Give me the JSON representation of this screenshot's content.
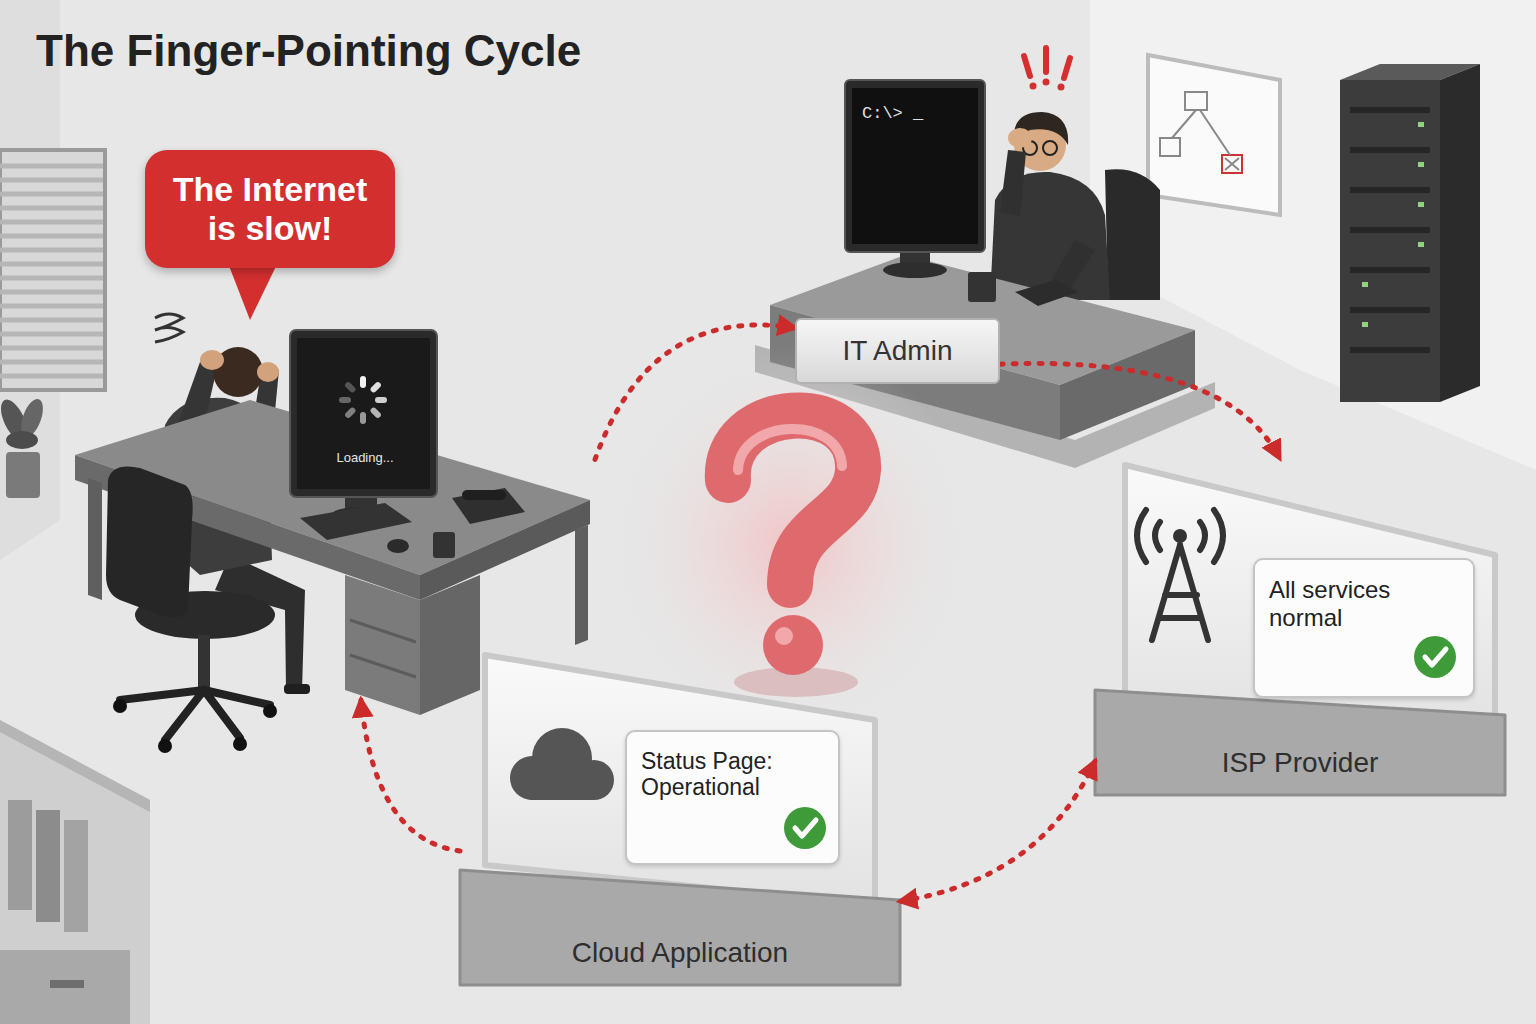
{
  "diagram": {
    "title": "The Finger-Pointing Cycle",
    "nodes": [
      {
        "text": [
          "The Internet is slow!"
        ]
      },
      {
        "text": [
          "Loading..."
        ]
      },
      {
        "text": [
          "IT Admin"
        ]
      },
      {
        "text": [
          "ISP Provider"
        ]
      },
      {
        "text": [
          "All services normal"
        ],
        "in": 3
      },
      {
        "text": [
          "Cloud Application"
        ]
      },
      {
        "text": [
          "Status Page: Operational"
        ],
        "in": 5
      }
    ],
    "edges": [
      {
        "from": 1,
        "to": 2,
        "arrow": "to"
      },
      {
        "from": 2,
        "to": 3,
        "arrow": "to"
      },
      {
        "from": 3,
        "to": 5,
        "arrow": "both"
      },
      {
        "from": 5,
        "to": 1,
        "arrow": "to"
      }
    ],
    "labels": [
      "C:\\> _"
    ]
  }
}
